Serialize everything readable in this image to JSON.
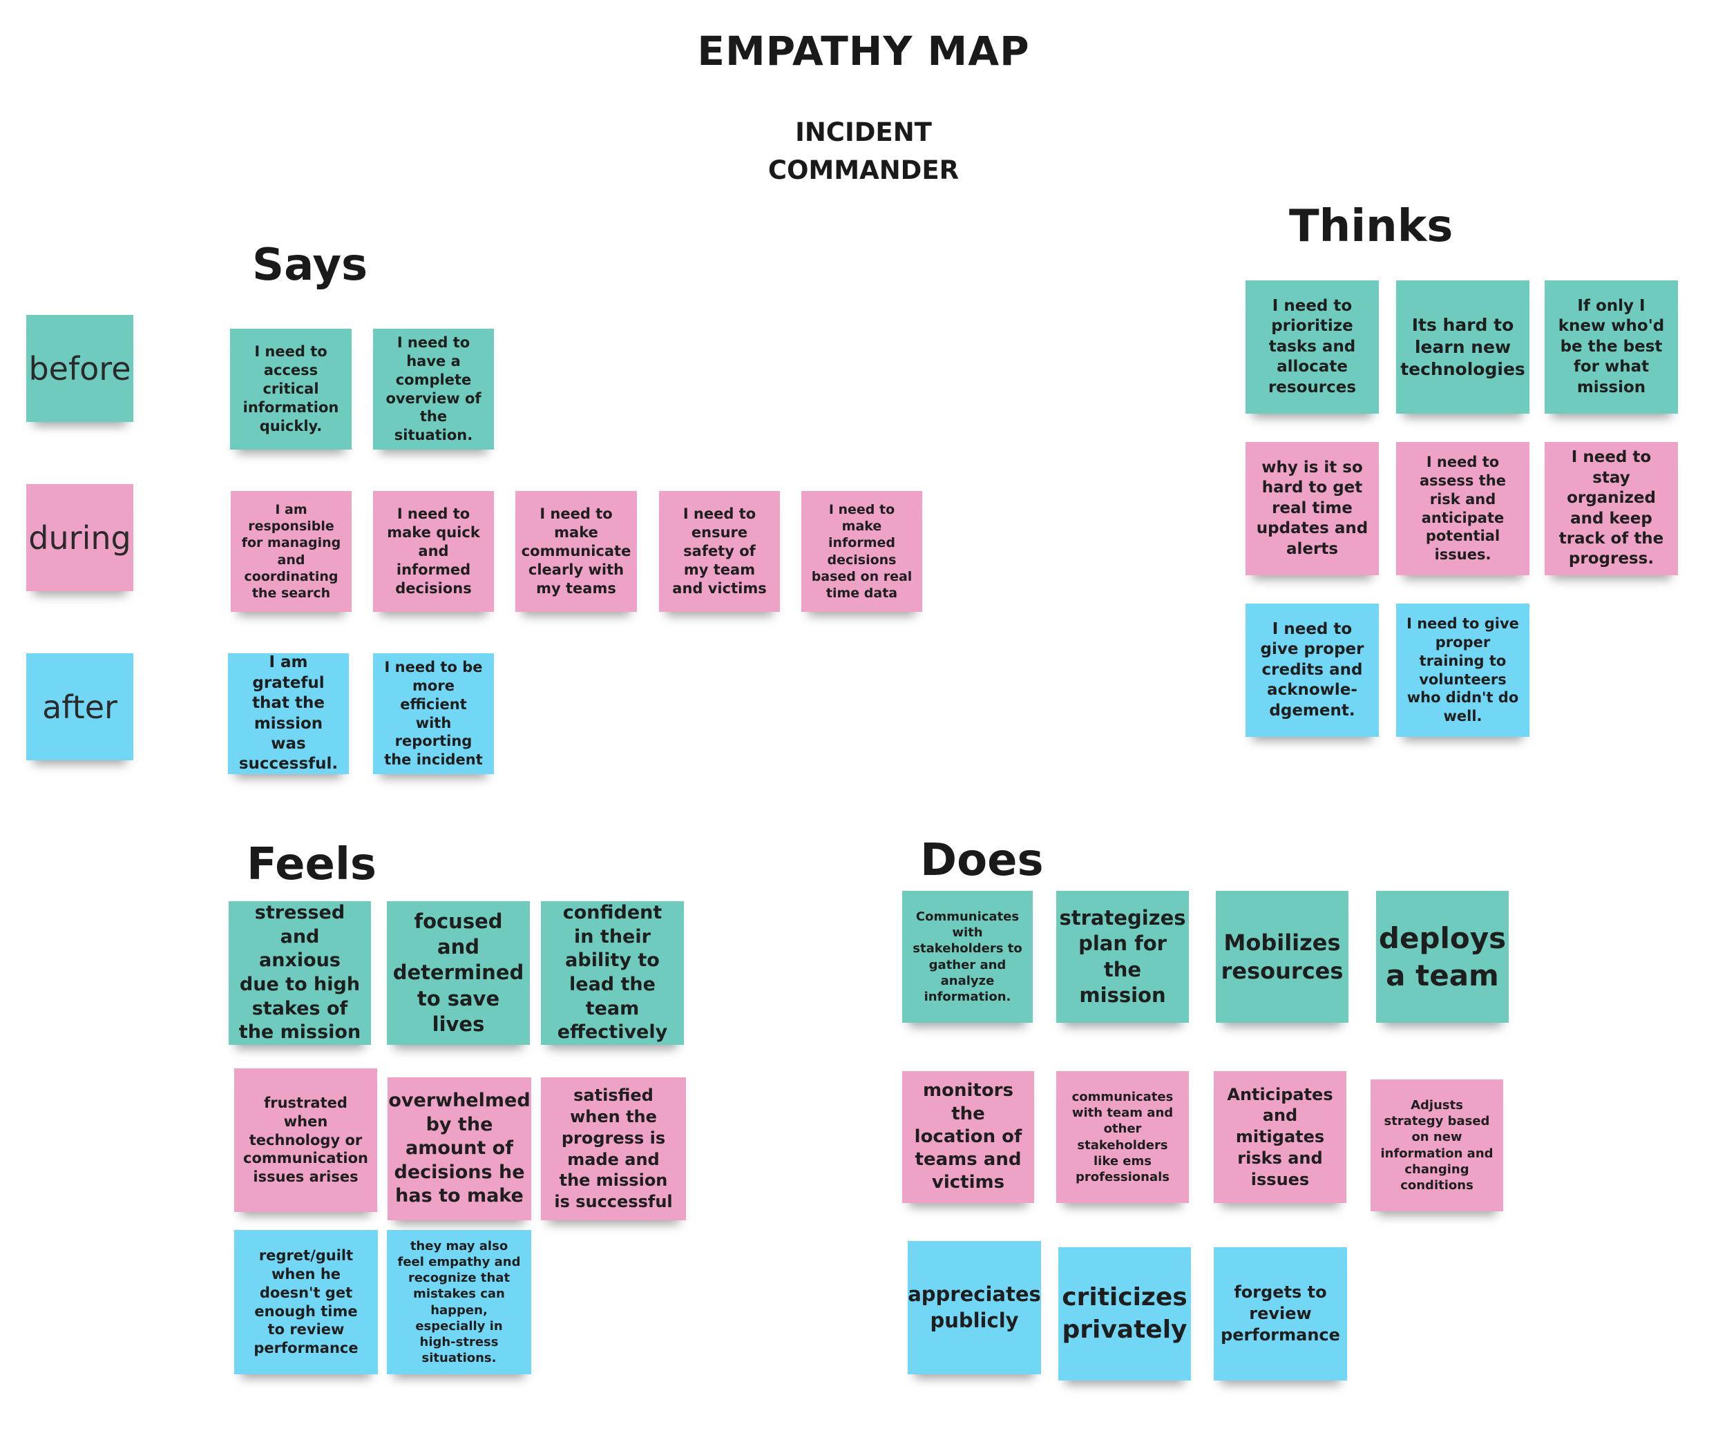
{
  "title": "EMPATHY MAP",
  "subtitle_line1": "INCIDENT",
  "subtitle_line2": "COMMANDER",
  "row_labels": {
    "before": "before",
    "during": "during",
    "after": "after"
  },
  "colors": {
    "before": "#6ecbbd",
    "during": "#eea2c5",
    "after": "#72d6f5"
  },
  "says": {
    "heading": "Says",
    "notes": [
      "I need to access critical information quickly.",
      "I need to have a complete overview of the situation.",
      "I am responsible for managing and coordinating the search",
      "I need to make quick and informed decisions",
      "I need to make communicate clearly with my teams",
      "I need to ensure safety of my team and victims",
      "I need to make informed decisions based on real time data",
      "I am grateful that the mission was successful.",
      "I need to be more efficient with reporting the incident"
    ]
  },
  "thinks": {
    "heading": "Thinks",
    "notes": [
      "I need to prioritize tasks and allocate resources",
      "Its hard to learn new technologies",
      "If only I knew who'd be the best for what mission",
      "why is it so hard to get real time updates and alerts",
      "I need to assess the risk and anticipate potential issues.",
      "I need to stay organized and keep track of the progress.",
      "I need to give proper credits and acknowle-dgement.",
      "I need to give proper training to volunteers who didn't do well."
    ]
  },
  "feels": {
    "heading": "Feels",
    "notes": [
      "stressed and anxious due to high stakes of the mission",
      "focused and determined to save lives",
      "confident in their ability to lead the team effectively",
      "frustrated when technology or communication issues arises",
      "overwhelmed by the amount of decisions he has to make",
      "satisfied when the progress is made and the mission is successful",
      "regret/guilt when he doesn't get enough time to review performance",
      "they may also feel empathy and recognize that mistakes can happen, especially in high-stress situations."
    ]
  },
  "does": {
    "heading": "Does",
    "notes": [
      "Communicates with stakeholders to gather and analyze information.",
      "strategizes plan for the mission",
      "Mobilizes resources",
      "deploys a team",
      "monitors the location of teams and victims",
      "communicates with team and other stakeholders like ems professionals",
      "Anticipates and mitigates risks and issues",
      "Adjusts strategy based on new information and changing conditions",
      "appreciates publicly",
      "criticizes privately",
      "forgets to review performance"
    ]
  }
}
